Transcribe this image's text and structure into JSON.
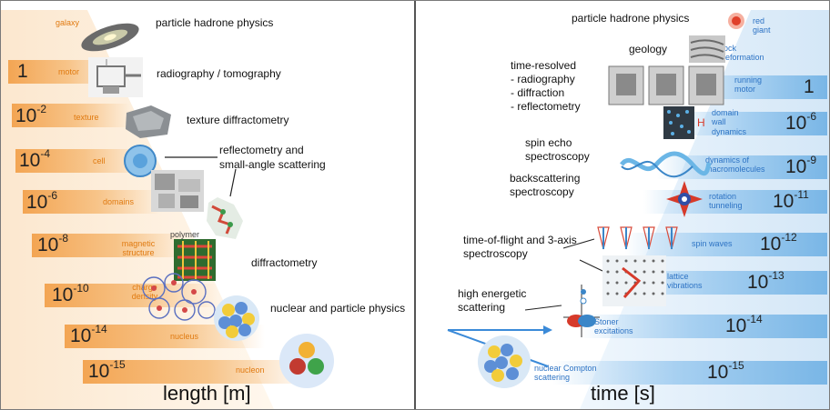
{
  "left": {
    "axis_label": "length [m]",
    "rows": [
      {
        "value": "",
        "tag": "galaxy",
        "technique": "particle hadrone physics",
        "icon": "galaxy-icon"
      },
      {
        "value": "1",
        "tag": "motor",
        "technique": "radiography / tomography",
        "icon": "motor-icon"
      },
      {
        "value": "10",
        "exponent": "-2",
        "tag": "texture",
        "technique": "texture diffractometry",
        "icon": "texture-rock-icon"
      },
      {
        "value": "10",
        "exponent": "-4",
        "tag": "cell",
        "technique": "reflectometry and small-angle scattering",
        "icon": "cell-icon"
      },
      {
        "value": "10",
        "exponent": "-6",
        "tag": "domains",
        "technique": "",
        "icon": "domains-icon"
      },
      {
        "value": "10",
        "exponent": "-8",
        "tag": "magnetic structure",
        "technique": "diffractometry",
        "icon": "magnetic-structure-icon"
      },
      {
        "value": "10",
        "exponent": "-10",
        "tag": "charge density",
        "technique": "",
        "icon": "charge-density-icon"
      },
      {
        "value": "10",
        "exponent": "-14",
        "tag": "nucleus",
        "technique": "nuclear and particle physics",
        "icon": "nucleus-icon"
      },
      {
        "value": "10",
        "exponent": "-15",
        "tag": "nucleon",
        "technique": "",
        "icon": "nucleon-icon"
      }
    ],
    "extra_tags": {
      "polymer": "polymer"
    },
    "technique_lines": {
      "reflectometry_1": "reflectometry and",
      "reflectometry_2": "small-angle scattering"
    }
  },
  "right": {
    "axis_label": "time [s]",
    "rows": [
      {
        "value": "",
        "tag": "red giant",
        "technique": "particle hadrone physics",
        "icon": "red-giant-icon"
      },
      {
        "value": "",
        "tag": "rock deformation",
        "technique": "geology",
        "icon": "rock-deformation-icon"
      },
      {
        "value": "1",
        "tag": "running motor",
        "technique": "time-resolved",
        "icon": "running-motor-icon"
      },
      {
        "value": "10",
        "exponent": "-6",
        "tag": "domain wall dynamics",
        "technique": "",
        "icon": "domain-wall-icon"
      },
      {
        "value": "10",
        "exponent": "-9",
        "tag": "dynamics of macromolecules",
        "technique": "spin echo spectroscopy",
        "icon": "macromolecule-icon"
      },
      {
        "value": "10",
        "exponent": "-11",
        "tag": "rotation tunneling",
        "technique": "backscattering spectroscopy",
        "icon": "rotation-tunneling-icon"
      },
      {
        "value": "10",
        "exponent": "-12",
        "tag": "spin waves",
        "technique": "time-of-flight and 3-axis spectroscopy",
        "icon": "spin-waves-icon"
      },
      {
        "value": "10",
        "exponent": "-13",
        "tag": "lattice vibrations",
        "technique": "",
        "icon": "lattice-vibrations-icon"
      },
      {
        "value": "10",
        "exponent": "-14",
        "tag": "Stoner excitations",
        "technique": "high energetic scattering",
        "icon": "stoner-icon"
      },
      {
        "value": "10",
        "exponent": "-15",
        "tag": "nuclear Compton scattering",
        "technique": "",
        "icon": "nuclear-compton-icon"
      }
    ],
    "tag_lines": {
      "red_giant_1": "red",
      "red_giant_2": "giant",
      "rock_1": "rock",
      "rock_2": "deformation",
      "motor_1": "running",
      "motor_2": "motor",
      "domain_1": "domain",
      "domain_2": "wall",
      "domain_3": "dynamics",
      "macro_1": "dynamics of",
      "macro_2": "macromolecules",
      "rot_1": "rotation",
      "rot_2": "tunneling",
      "lattice_1": "lattice",
      "lattice_2": "vibrations",
      "stoner_1": "Stoner",
      "stoner_2": "excitations",
      "compton_1": "nuclear Compton",
      "compton_2": "scattering"
    },
    "technique_lines": {
      "tr_1": "time-resolved",
      "tr_2": "- radiography",
      "tr_3": "- diffraction",
      "tr_4": "- reflectometry",
      "se_1": "spin echo",
      "se_2": "spectroscopy",
      "bs_1": "backscattering",
      "bs_2": "spectroscopy",
      "tof_1": "time-of-flight and 3-axis",
      "tof_2": "spectroscopy",
      "he_1": "high energetic",
      "he_2": "scattering"
    }
  },
  "colors": {
    "orange_band": "#f3a553",
    "orange_text": "#e07a10",
    "blue_band": "#79b6e6",
    "blue_text": "#2d73c4"
  }
}
